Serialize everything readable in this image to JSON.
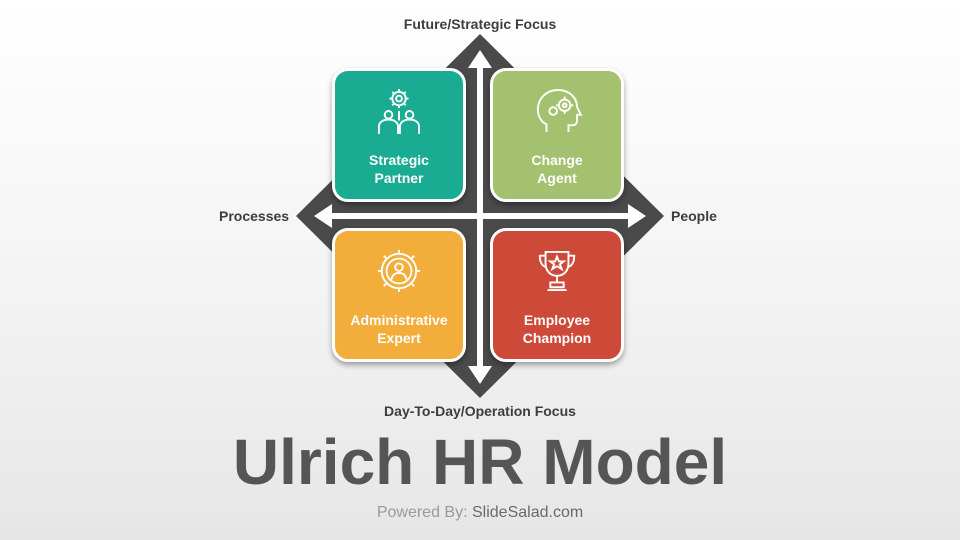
{
  "axes": {
    "top": "Future/Strategic Focus",
    "bottom": "Day-To-Day/Operation Focus",
    "left": "Processes",
    "right": "People"
  },
  "quadrants": [
    {
      "line1": "Strategic",
      "line2": "Partner",
      "color": "#1aab93",
      "icon": "strategic-partner-icon"
    },
    {
      "line1": "Change",
      "line2": "Agent",
      "color": "#a3c16e",
      "icon": "head-gears-icon"
    },
    {
      "line1": "Administrative",
      "line2": "Expert",
      "color": "#f2ad3b",
      "icon": "person-gear-icon"
    },
    {
      "line1": "Employee",
      "line2": "Champion",
      "color": "#cd4a39",
      "icon": "trophy-icon"
    }
  ],
  "title": "Ulrich HR Model",
  "footer": {
    "prefix": "Powered By:",
    "site": "SlideSalad.com"
  },
  "colors": {
    "diamond": "#4a4a4a",
    "arrow": "#ffffff",
    "title": "#555555"
  }
}
